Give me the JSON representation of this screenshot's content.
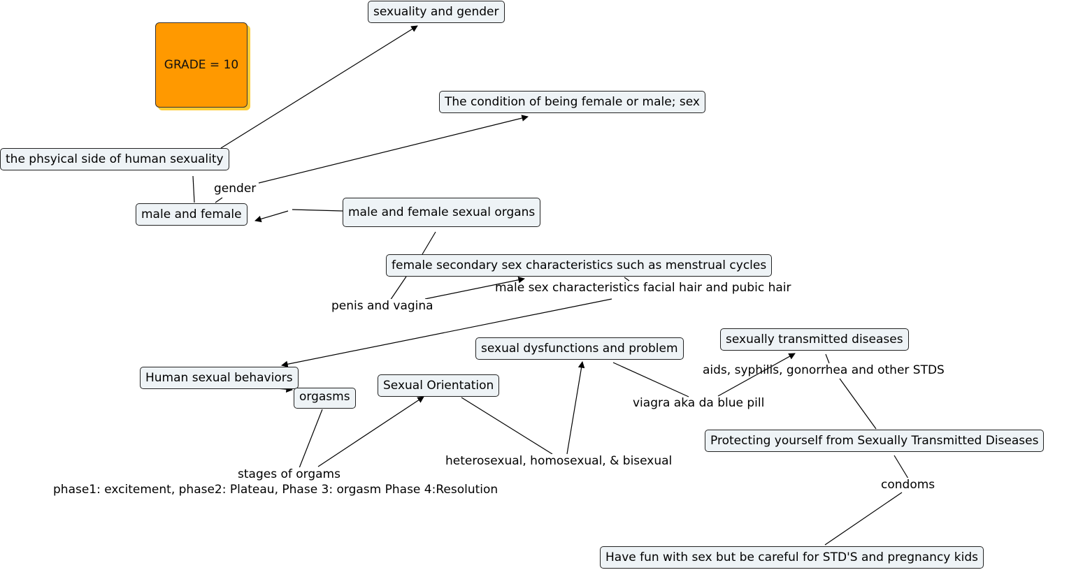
{
  "grade": {
    "label": "GRADE = 10",
    "fill_color": "#ff9900",
    "shadow_color": "#ffcc33"
  },
  "concepts": {
    "sexuality_and_gender": "sexuality and gender",
    "condition_female_male": "The condition of being female or male; sex",
    "physical_side": "the phsyical side of human sexuality",
    "male_and_female": "male and female",
    "sexual_organs": "male and female sexual organs",
    "female_secondary": "female secondary sex characteristics such as menstrual cycles",
    "human_sexual_behaviors": "Human sexual behaviors",
    "orgasms": "orgasms",
    "sexual_orientation": "Sexual Orientation",
    "sexual_dysfunctions": "sexual dysfunctions and problem",
    "stds": "sexually transmitted diseases",
    "protecting": "Protecting yourself from Sexually Transmitted Diseases",
    "have_fun": "Have fun with sex but be careful for STD'S and pregnancy kids"
  },
  "phrases": {
    "gender": "gender",
    "penis_vagina": "penis and vagina",
    "male_sex_characteristics": "male sex characteristics facial hair and pubic hair",
    "stages": "stages of orgams",
    "phases": "phase1: excitement, phase2: Plateau, Phase 3: orgasm Phase 4:Resolution",
    "orientation_types": "heterosexual, homosexual, & bisexual",
    "viagra": "viagra aka da blue pill",
    "aids": "aids, syphilis, gonorrhea and other STDS",
    "condoms": "condoms"
  }
}
